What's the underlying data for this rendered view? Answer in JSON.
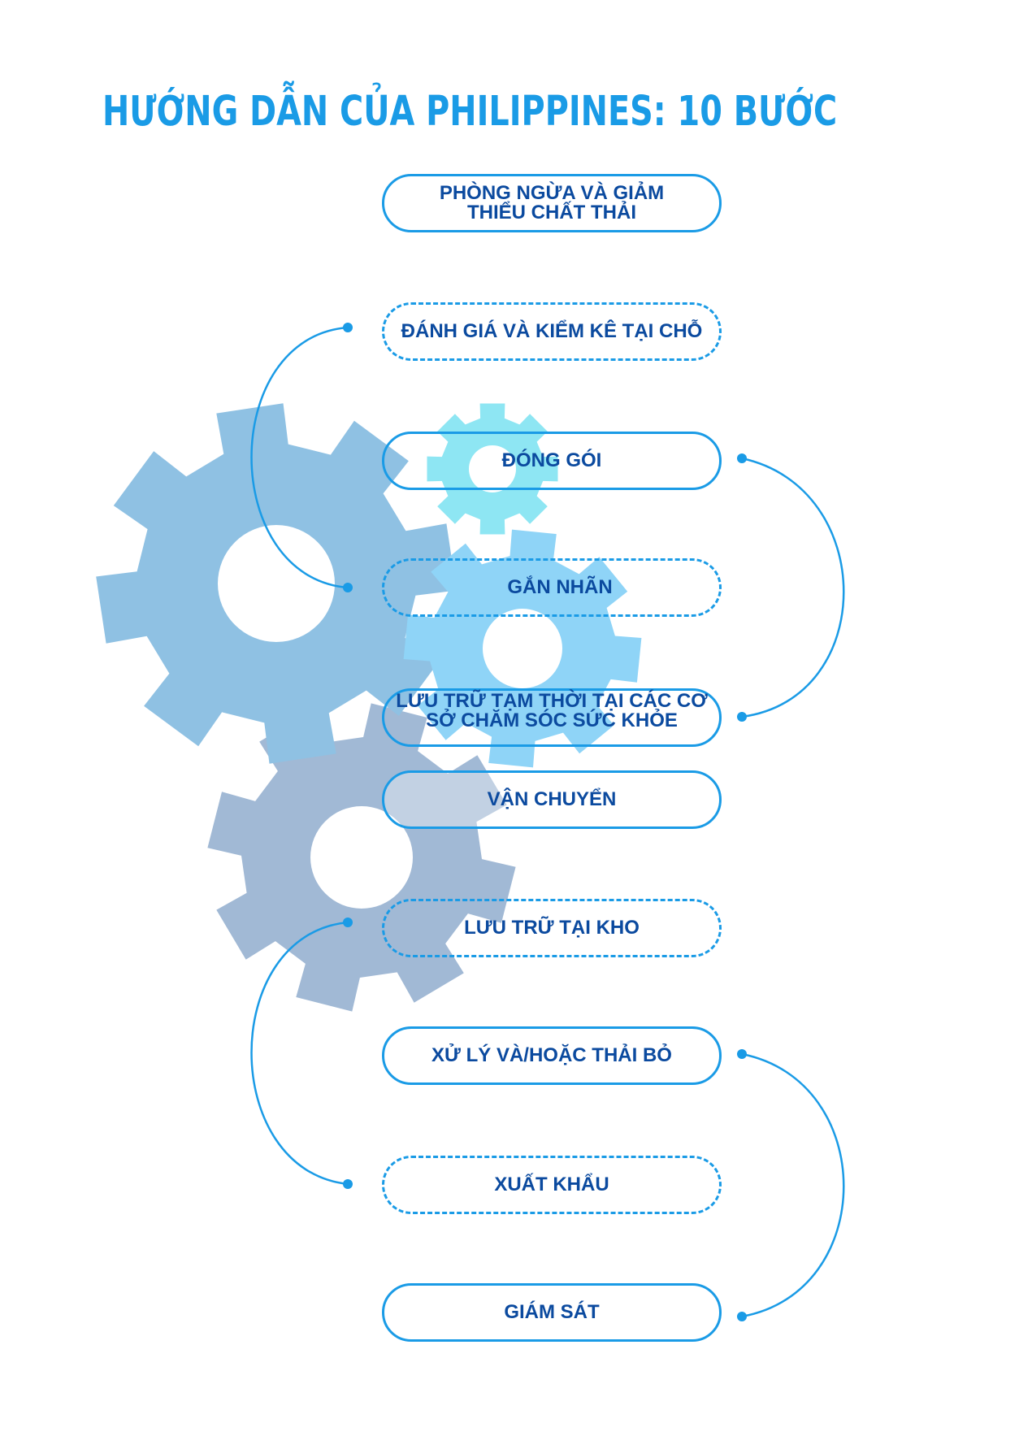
{
  "title": "HƯỚNG DẪN CỦA PHILIPPINES: 10 BƯỚC",
  "steps": [
    {
      "label": "PHÒNG NGỪA VÀ GIẢM THIỂU CHẤT THẢI",
      "style": "solid"
    },
    {
      "label": "ĐÁNH GIÁ VÀ KIỂM KÊ TẠI CHỖ",
      "style": "dashed"
    },
    {
      "label": "ĐÓNG GÓI",
      "style": "solid"
    },
    {
      "label": "GẮN NHÃN",
      "style": "dashed"
    },
    {
      "label": "LƯU TRỮ TẠM THỜI TẠI CÁC CƠ SỞ CHĂM SÓC SỨC KHỎE",
      "style": "solid"
    },
    {
      "label": "VẬN CHUYỂN",
      "style": "solid"
    },
    {
      "label": "LƯU TRỮ TẠI KHO",
      "style": "dashed"
    },
    {
      "label": "XỬ LÝ VÀ/HOẶC THẢI BỎ",
      "style": "solid"
    },
    {
      "label": "XUẤT KHẨU",
      "style": "dashed"
    },
    {
      "label": "GIÁM SÁT",
      "style": "solid"
    }
  ],
  "colors": {
    "title": "#1a9be6",
    "step_text": "#0b4a9f",
    "border": "#1a9be6",
    "connector": "#1a9be6",
    "gear_large": "#8fc1e3",
    "gear_small_top": "#8ee6f3",
    "gear_medium": "#8fd4f7",
    "gear_bottom": "#a1b9d5"
  },
  "icons": [
    "gear-icon-large",
    "gear-icon-small",
    "gear-icon-medium",
    "gear-icon-bottom"
  ]
}
